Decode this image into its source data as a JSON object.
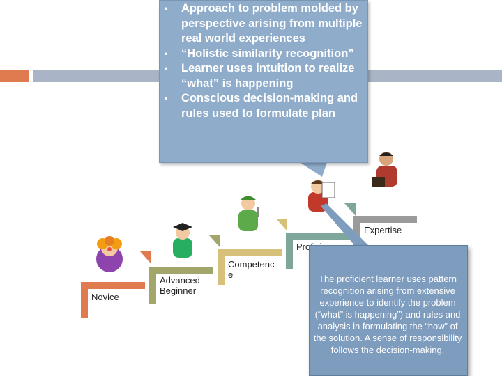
{
  "callout": {
    "bullets": [
      "Approach to problem molded by perspective arising from multiple real world experiences",
      "“Holistic similarity recognition”",
      "Learner uses intuition to realize “what” is happening",
      "Conscious decision-making and rules used to formulate plan"
    ]
  },
  "stairs": {
    "novice": "Novice",
    "advanced_beginner": "Advanced Beginner",
    "competence": "Competenc e",
    "proficient": "Proficie",
    "expertise": "Expertise"
  },
  "info_box": {
    "text": "The proficient learner uses pattern recognition arising from extensive experience to identify the problem (“what” is happening”) and rules and analysis in formulating the “how” of the solution.  A sense of responsibility follows the decision-making."
  },
  "colors": {
    "orange": "#E07B4F",
    "olive": "#A3A66B",
    "tan": "#D6C07A",
    "teal": "#7FA69B",
    "gray": "#9A9A9A",
    "callout": "#8FADCB",
    "infobox": "#7E9CBD"
  }
}
